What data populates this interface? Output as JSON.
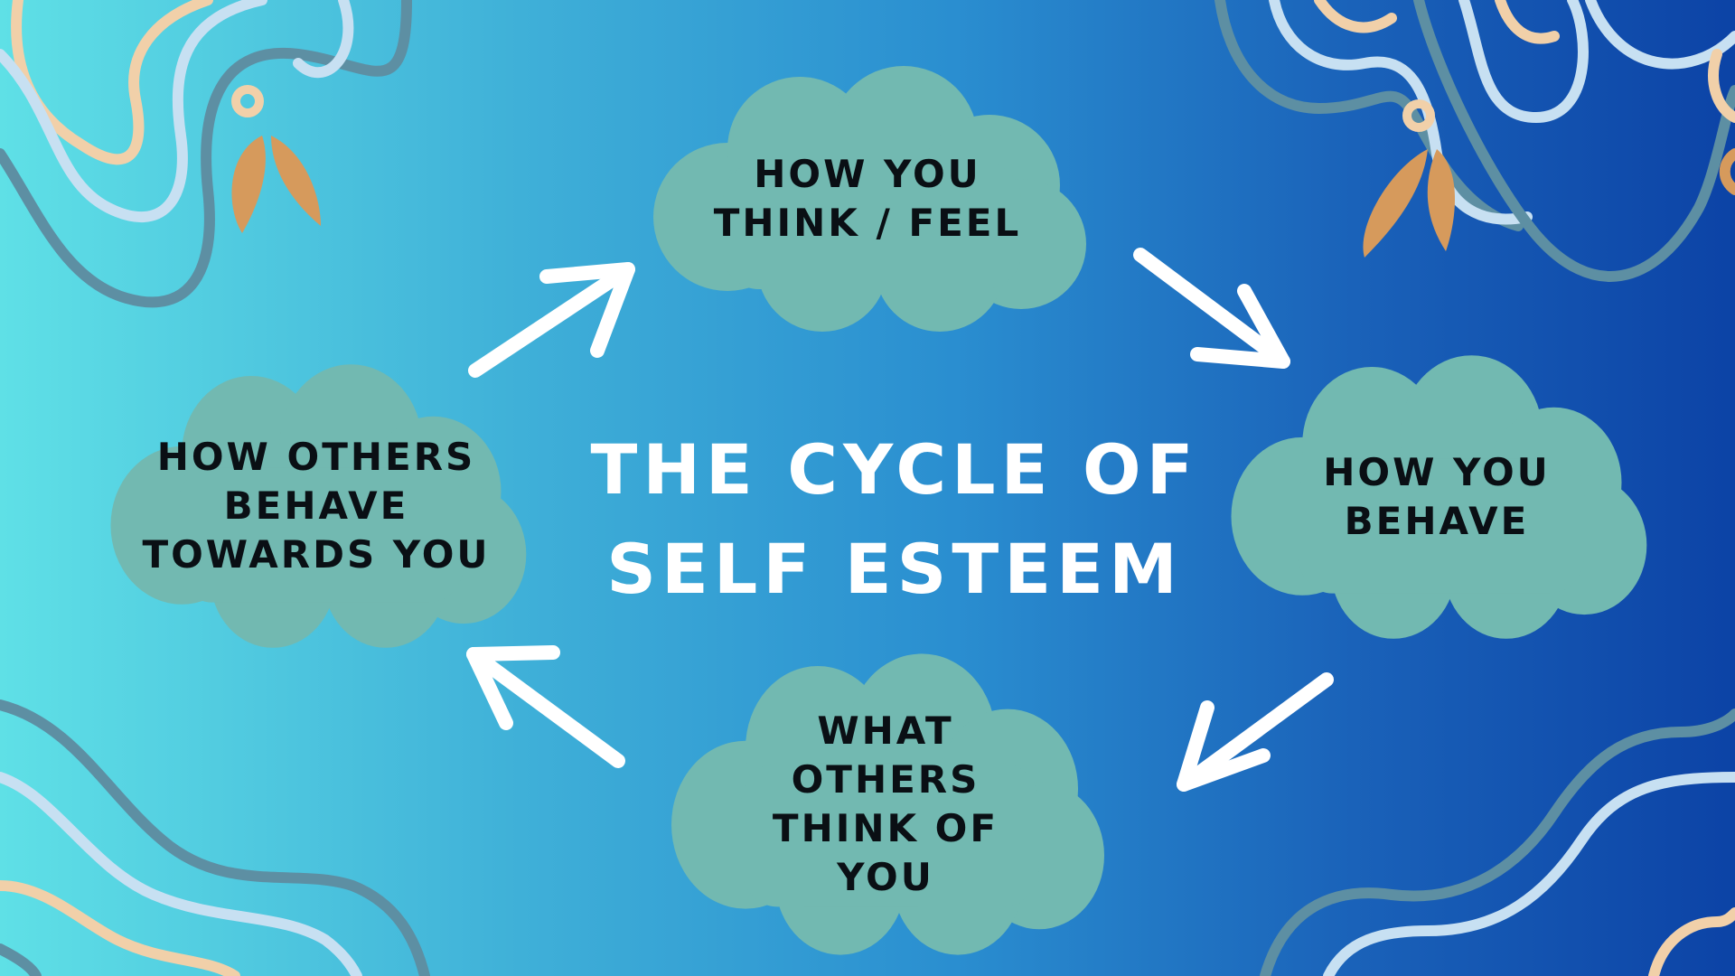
{
  "diagram": {
    "title_lines": [
      "THE CYCLE OF",
      "SELF ESTEEM"
    ],
    "nodes": [
      {
        "id": "think-feel",
        "lines": [
          "HOW YOU",
          "THINK / FEEL"
        ]
      },
      {
        "id": "behave",
        "lines": [
          "HOW YOU",
          "BEHAVE"
        ]
      },
      {
        "id": "others-think",
        "lines": [
          "WHAT",
          "OTHERS",
          "THINK OF",
          "YOU"
        ]
      },
      {
        "id": "others-behave",
        "lines": [
          "HOW OTHERS",
          "BEHAVE",
          "TOWARDS YOU"
        ]
      }
    ],
    "edges": [
      {
        "from": "think-feel",
        "to": "behave"
      },
      {
        "from": "behave",
        "to": "others-think"
      },
      {
        "from": "others-think",
        "to": "others-behave"
      },
      {
        "from": "others-behave",
        "to": "think-feel"
      }
    ]
  },
  "colors": {
    "cloud_fill": "#72b9b1",
    "arrow": "#ffffff",
    "title": "#ffffff",
    "label_text": "#0a0f14",
    "line_light": "#c7e0f2",
    "line_grey": "#5d8fa3",
    "line_peach": "#f1d0a9",
    "leaf_orange": "#d69a5c"
  }
}
